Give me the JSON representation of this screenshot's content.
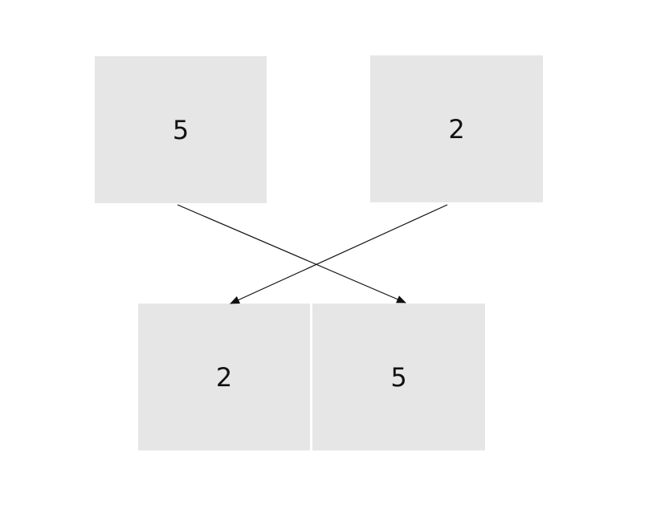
{
  "diagram": {
    "type": "swap",
    "top_row": [
      {
        "id": "top-left",
        "value": "5"
      },
      {
        "id": "top-right",
        "value": "2"
      }
    ],
    "bottom_row": [
      {
        "id": "bottom-left",
        "value": "2"
      },
      {
        "id": "bottom-right",
        "value": "5"
      }
    ],
    "arrows": [
      {
        "from": "top-left",
        "to": "bottom-right"
      },
      {
        "from": "top-right",
        "to": "bottom-left"
      }
    ],
    "colors": {
      "box_fill": "#e6e6e6",
      "text": "#111111",
      "arrow": "#111111",
      "background": "#ffffff"
    }
  }
}
